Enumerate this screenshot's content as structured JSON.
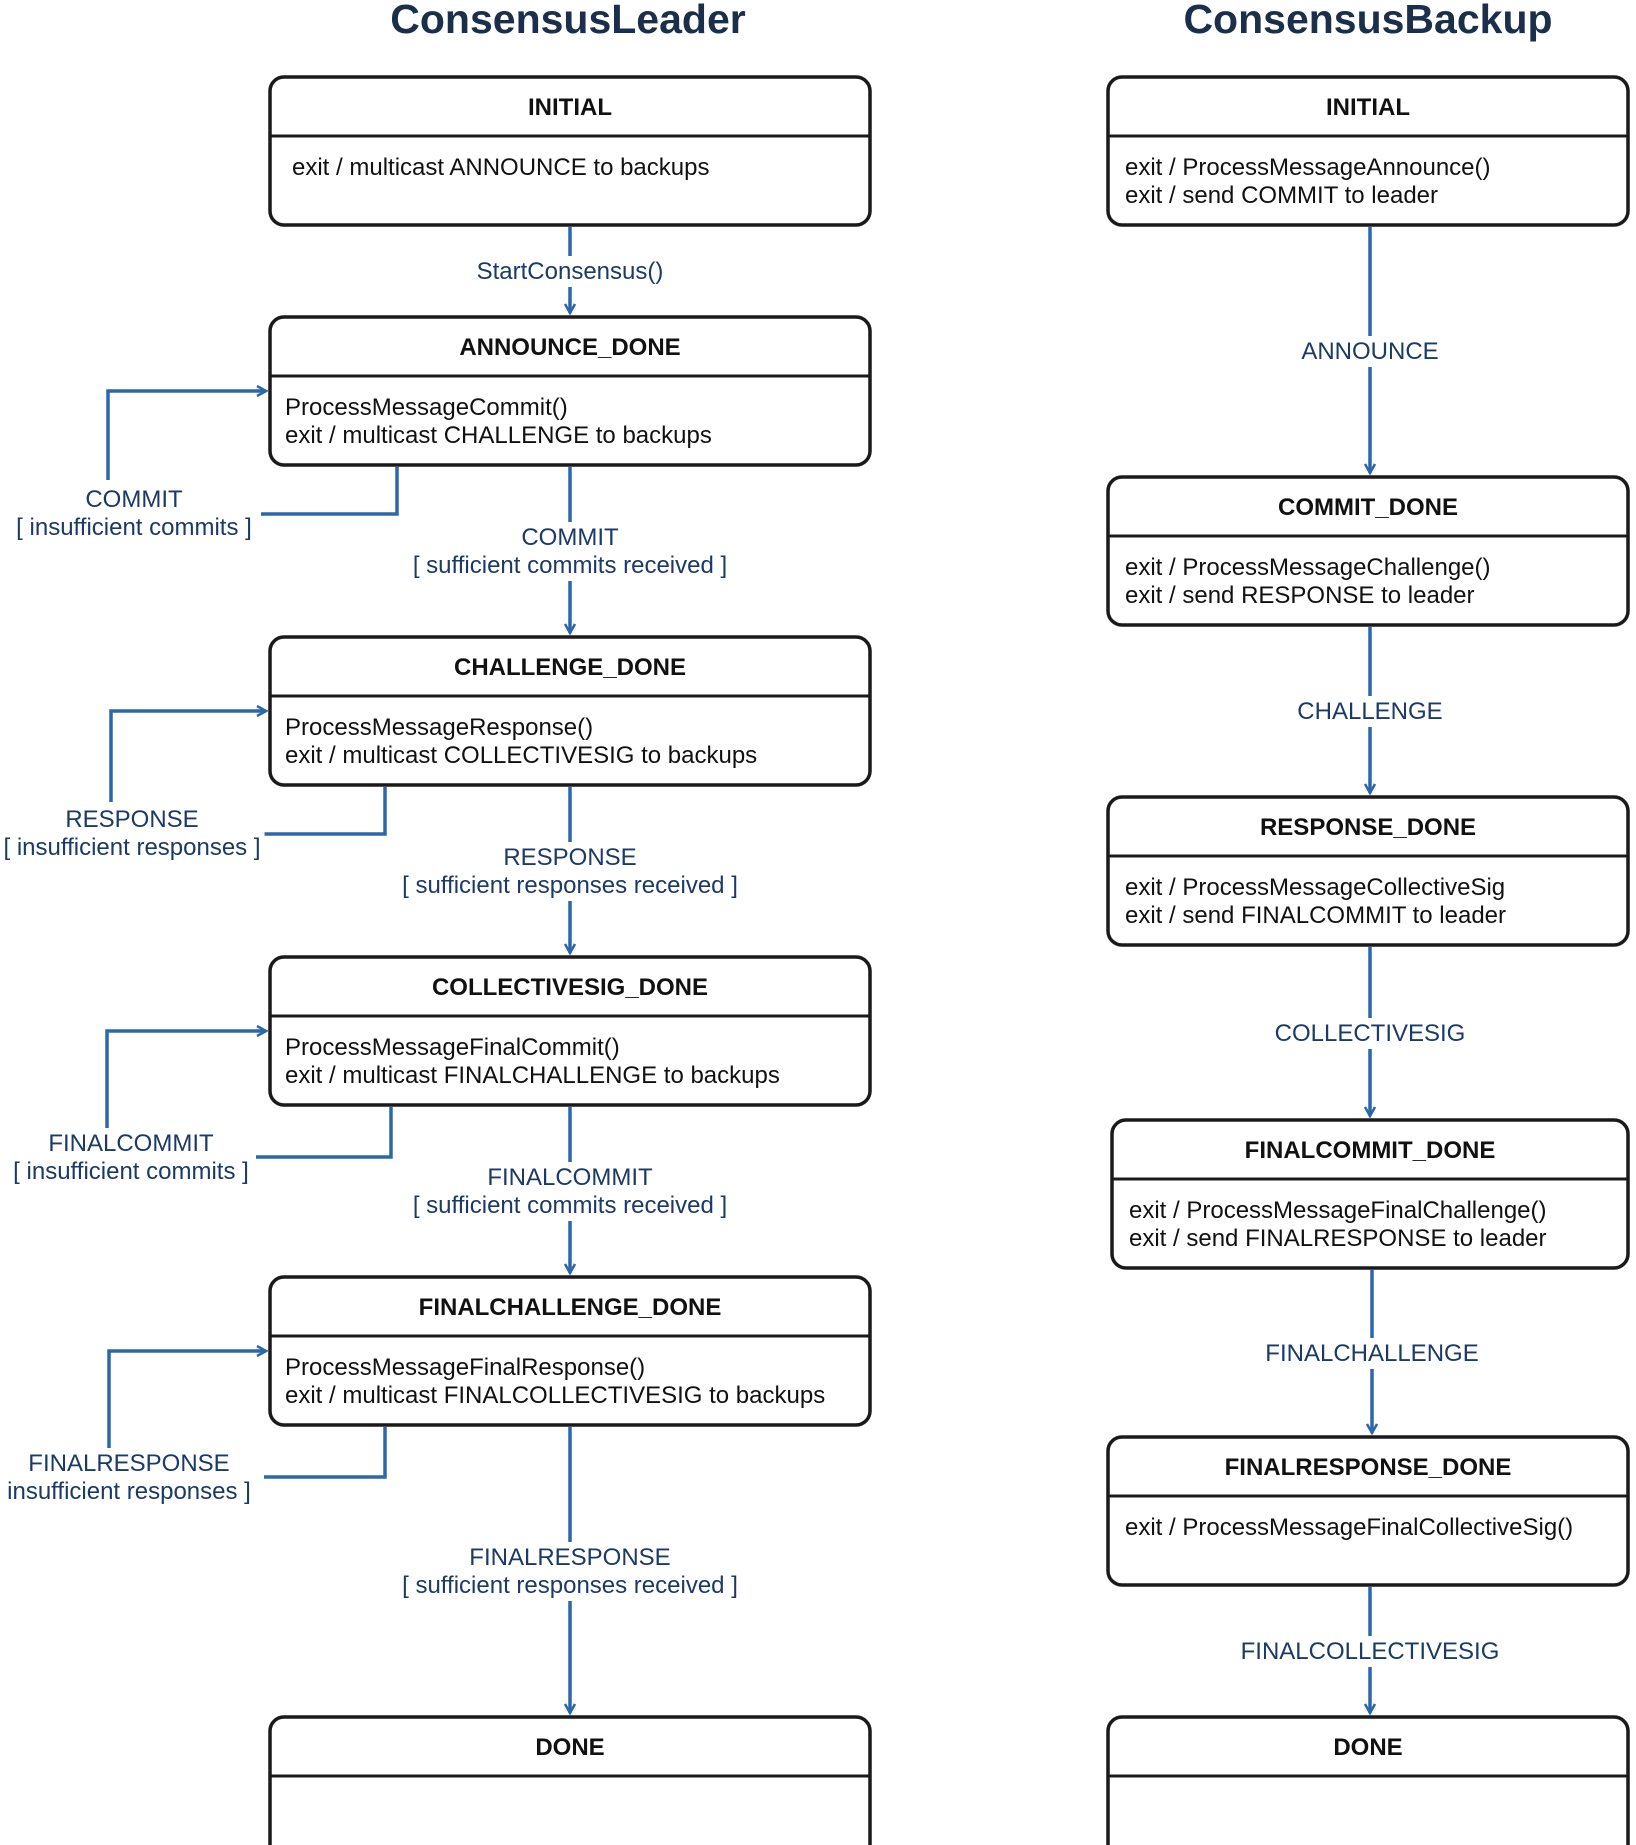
{
  "leader": {
    "title": "ConsensusLeader",
    "states": [
      {
        "name": "INITIAL",
        "actions": [
          "exit / multicast ANNOUNCE to backups"
        ]
      },
      {
        "name": "ANNOUNCE_DONE",
        "actions": [
          "ProcessMessageCommit()",
          "exit / multicast CHALLENGE to backups"
        ]
      },
      {
        "name": "CHALLENGE_DONE",
        "actions": [
          "ProcessMessageResponse()",
          "exit / multicast COLLECTIVESIG to backups"
        ]
      },
      {
        "name": "COLLECTIVESIG_DONE",
        "actions": [
          "ProcessMessageFinalCommit()",
          "exit / multicast FINALCHALLENGE to backups"
        ]
      },
      {
        "name": "FINALCHALLENGE_DONE",
        "actions": [
          "ProcessMessageFinalResponse()",
          "exit / multicast FINALCOLLECTIVESIG to backups"
        ]
      },
      {
        "name": "DONE",
        "actions": []
      }
    ],
    "transitions": [
      {
        "lines": [
          "StartConsensus()"
        ]
      },
      {
        "lines": [
          "COMMIT",
          "[ sufficient commits received ]"
        ]
      },
      {
        "lines": [
          "RESPONSE",
          "[ sufficient responses received ]"
        ]
      },
      {
        "lines": [
          "FINALCOMMIT",
          "[ sufficient commits received ]"
        ]
      },
      {
        "lines": [
          "FINALRESPONSE",
          "[ sufficient responses received ]"
        ]
      }
    ],
    "self_loops": [
      {
        "lines": [
          "COMMIT",
          "[ insufficient commits ]"
        ]
      },
      {
        "lines": [
          "RESPONSE",
          "[ insufficient responses ]"
        ]
      },
      {
        "lines": [
          "FINALCOMMIT",
          "[ insufficient commits ]"
        ]
      },
      {
        "lines": [
          "FINALRESPONSE",
          "insufficient responses ]"
        ]
      }
    ]
  },
  "backup": {
    "title": "ConsensusBackup",
    "states": [
      {
        "name": "INITIAL",
        "actions": [
          "exit / ProcessMessageAnnounce()",
          "exit / send COMMIT to leader"
        ]
      },
      {
        "name": "COMMIT_DONE",
        "actions": [
          "exit / ProcessMessageChallenge()",
          "exit / send RESPONSE to leader"
        ]
      },
      {
        "name": "RESPONSE_DONE",
        "actions": [
          "exit / ProcessMessageCollectiveSig",
          "exit / send FINALCOMMIT to leader"
        ]
      },
      {
        "name": "FINALCOMMIT_DONE",
        "actions": [
          "exit / ProcessMessageFinalChallenge()",
          "exit / send FINALRESPONSE to leader"
        ]
      },
      {
        "name": "FINALRESPONSE_DONE",
        "actions": [
          "exit / ProcessMessageFinalCollectiveSig()"
        ]
      },
      {
        "name": "DONE",
        "actions": []
      }
    ],
    "transitions": [
      {
        "lines": [
          "ANNOUNCE"
        ]
      },
      {
        "lines": [
          "CHALLENGE"
        ]
      },
      {
        "lines": [
          "COLLECTIVESIG"
        ]
      },
      {
        "lines": [
          "FINALCHALLENGE"
        ]
      },
      {
        "lines": [
          "FINALCOLLECTIVESIG"
        ]
      }
    ]
  },
  "colors": {
    "edge": "#2b67ab",
    "label": "#1b3a66",
    "title": "#1b2f4a",
    "border": "#1a1a1a"
  }
}
